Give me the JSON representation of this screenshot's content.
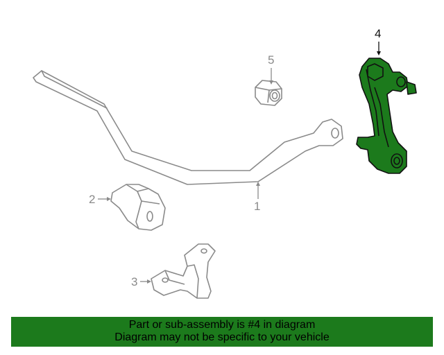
{
  "callouts": {
    "part1": "1",
    "part2": "2",
    "part3": "3",
    "part4": "4",
    "part5": "5"
  },
  "banner": {
    "line1": "Part or sub-assembly is #4 in diagram",
    "line2": "Diagram may not be specific to your vehicle"
  },
  "colors": {
    "highlight_fill": "#1c7a1c",
    "banner_bg": "#1c7a1c",
    "outline": "#8a8a8a",
    "outline_dark": "#111111"
  }
}
